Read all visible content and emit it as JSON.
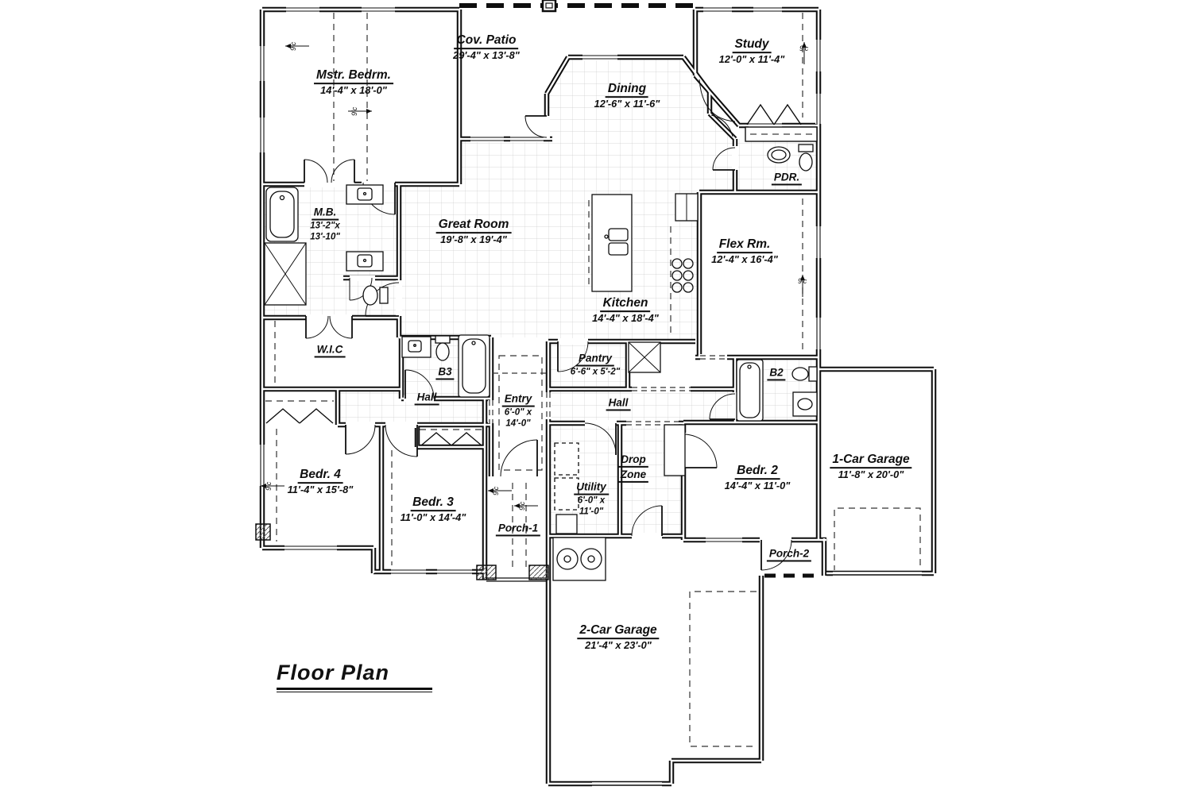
{
  "title": "Floor Plan",
  "ceiling_marker": "9'c",
  "colors": {
    "line": "#0e0e0e",
    "grid": "#c9c9c9",
    "background": "#ffffff"
  },
  "rooms": {
    "mstr": {
      "name": "Mstr. Bedrm.",
      "dims": "14'-4\" x 18'-0\""
    },
    "patio": {
      "name": "Cov. Patio",
      "dims": "29'-4\" x 13'-8\""
    },
    "study": {
      "name": "Study",
      "dims": "12'-0\" x 11'-4\""
    },
    "dining": {
      "name": "Dining",
      "dims": "12'-6\" x 11'-6\""
    },
    "mb": {
      "name": "M.B.",
      "dims_line1": "13'-2\"x",
      "dims_line2": "13'-10\""
    },
    "great": {
      "name": "Great Room",
      "dims": "19'-8\" x 19'-4\""
    },
    "pdr": {
      "name": "PDR."
    },
    "flex": {
      "name": "Flex Rm.",
      "dims": "12'-4\" x 16'-4\""
    },
    "kitchen": {
      "name": "Kitchen",
      "dims": "14'-4\" x 18'-4\""
    },
    "wic": {
      "name": "W.I.C"
    },
    "b3": {
      "name": "B3"
    },
    "pantry": {
      "name": "Pantry",
      "dims": "6'-6\" x 5'-2\""
    },
    "hall_left": {
      "name": "Hall"
    },
    "entry": {
      "name": "Entry",
      "dims_line1": "6'-0\" x",
      "dims_line2": "14'-0\""
    },
    "hall_right": {
      "name": "Hall"
    },
    "b2": {
      "name": "B2"
    },
    "bedr4": {
      "name": "Bedr. 4",
      "dims": "11'-4\" x 15'-8\""
    },
    "bedr3": {
      "name": "Bedr. 3",
      "dims": "11'-0\" x 14'-4\""
    },
    "porch1": {
      "name": "Porch-1"
    },
    "utility": {
      "name": "Utility",
      "dims_line1": "6'-0\" x",
      "dims_line2": "11'-0\""
    },
    "dropzone": {
      "name_line1": "Drop",
      "name_line2": "Zone"
    },
    "bedr2": {
      "name": "Bedr. 2",
      "dims": "14'-4\" x 11'-0\""
    },
    "garage1": {
      "name": "1-Car Garage",
      "dims": "11'-8\" x 20'-0\""
    },
    "porch2": {
      "name": "Porch-2"
    },
    "garage2": {
      "name": "2-Car Garage",
      "dims": "21'-4\" x 23'-0\""
    }
  }
}
